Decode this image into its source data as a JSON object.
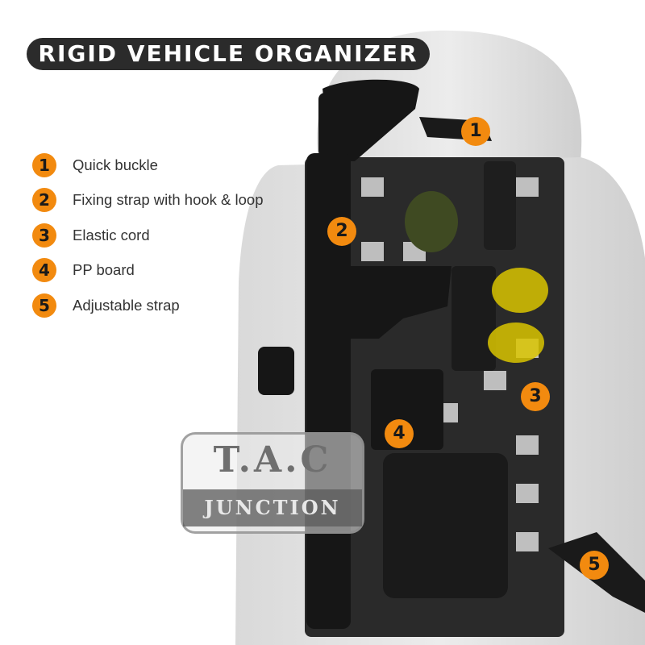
{
  "title": "RIGID VEHICLE ORGANIZER",
  "legend": [
    {
      "num": "1",
      "label": "Quick buckle"
    },
    {
      "num": "2",
      "label": "Fixing strap with hook & loop"
    },
    {
      "num": "3",
      "label": "Elastic cord"
    },
    {
      "num": "4",
      "label": "PP board"
    },
    {
      "num": "5",
      "label": "Adjustable strap"
    }
  ],
  "callouts": [
    "1",
    "2",
    "3",
    "4",
    "5"
  ],
  "watermark": {
    "top": "T.A.C",
    "bottom": "JUNCTION"
  },
  "colors": {
    "accent": "#f28a0f",
    "title_bg": "#2b2b2b"
  }
}
